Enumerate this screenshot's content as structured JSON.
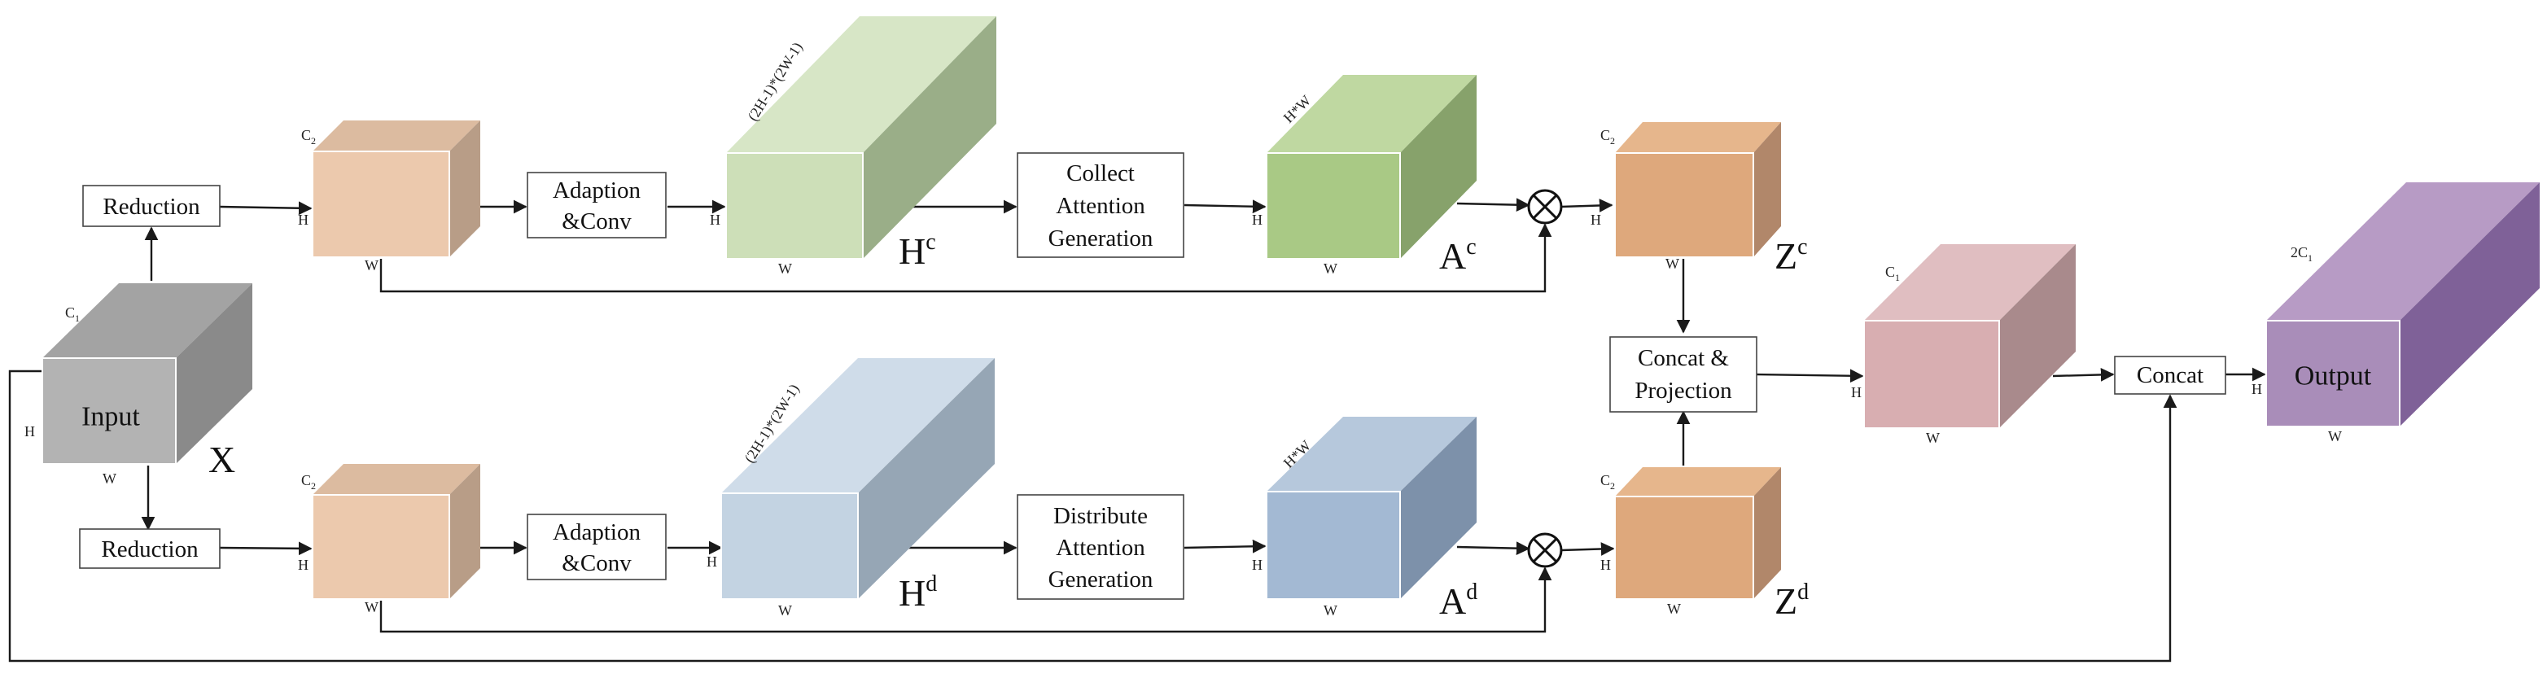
{
  "labels": {
    "reduction": "Reduction",
    "adaption": [
      "Adaption",
      "&Conv"
    ],
    "collect": [
      "Collect",
      "Attention",
      "Generation"
    ],
    "distribute": [
      "Distribute",
      "Attention",
      "Generation"
    ],
    "concat_proj": [
      "Concat &",
      "Projection"
    ],
    "concat": "Concat",
    "input": "Input",
    "output": "Output"
  },
  "symbols": {
    "X": "X",
    "Hc": {
      "base": "H",
      "sup": "c"
    },
    "Hd": {
      "base": "H",
      "sup": "d"
    },
    "Ac": {
      "base": "A",
      "sup": "c"
    },
    "Ad": {
      "base": "A",
      "sup": "d"
    },
    "Zc": {
      "base": "Z",
      "sup": "c"
    },
    "Zd": {
      "base": "Z",
      "sup": "d"
    }
  },
  "dims": {
    "H": "H",
    "W": "W",
    "C1": {
      "base": "C",
      "sub": "1"
    },
    "C2": {
      "base": "C",
      "sub": "2"
    },
    "twoC1": {
      "base": "2C",
      "sub": "1"
    },
    "HW": "H*W",
    "HW2": "(2H-1)*(2W-1)"
  },
  "operator": "⊗",
  "colors": {
    "gray": [
      "#b3b3b3",
      "#a3a3a3",
      "#8a8a8a"
    ],
    "peach": [
      "#ecc9ad",
      "#dcbba0",
      "#b89d87"
    ],
    "green_light": [
      "#cddfb8",
      "#d7e6c6",
      "#9aae88"
    ],
    "green": [
      "#a9c985",
      "#bfd8a1",
      "#87a26b"
    ],
    "blue_light": [
      "#c3d3e2",
      "#cfdce9",
      "#96a6b5"
    ],
    "blue": [
      "#a3b9d3",
      "#b6c8dc",
      "#7d91aa"
    ],
    "orange": [
      "#dea87c",
      "#e6b68c",
      "#b1876a"
    ],
    "pink": [
      "#d8aeb1",
      "#e0bec1",
      "#a98a8c"
    ],
    "purple": [
      "#a98db9",
      "#b79bc5",
      "#7f6198"
    ]
  }
}
